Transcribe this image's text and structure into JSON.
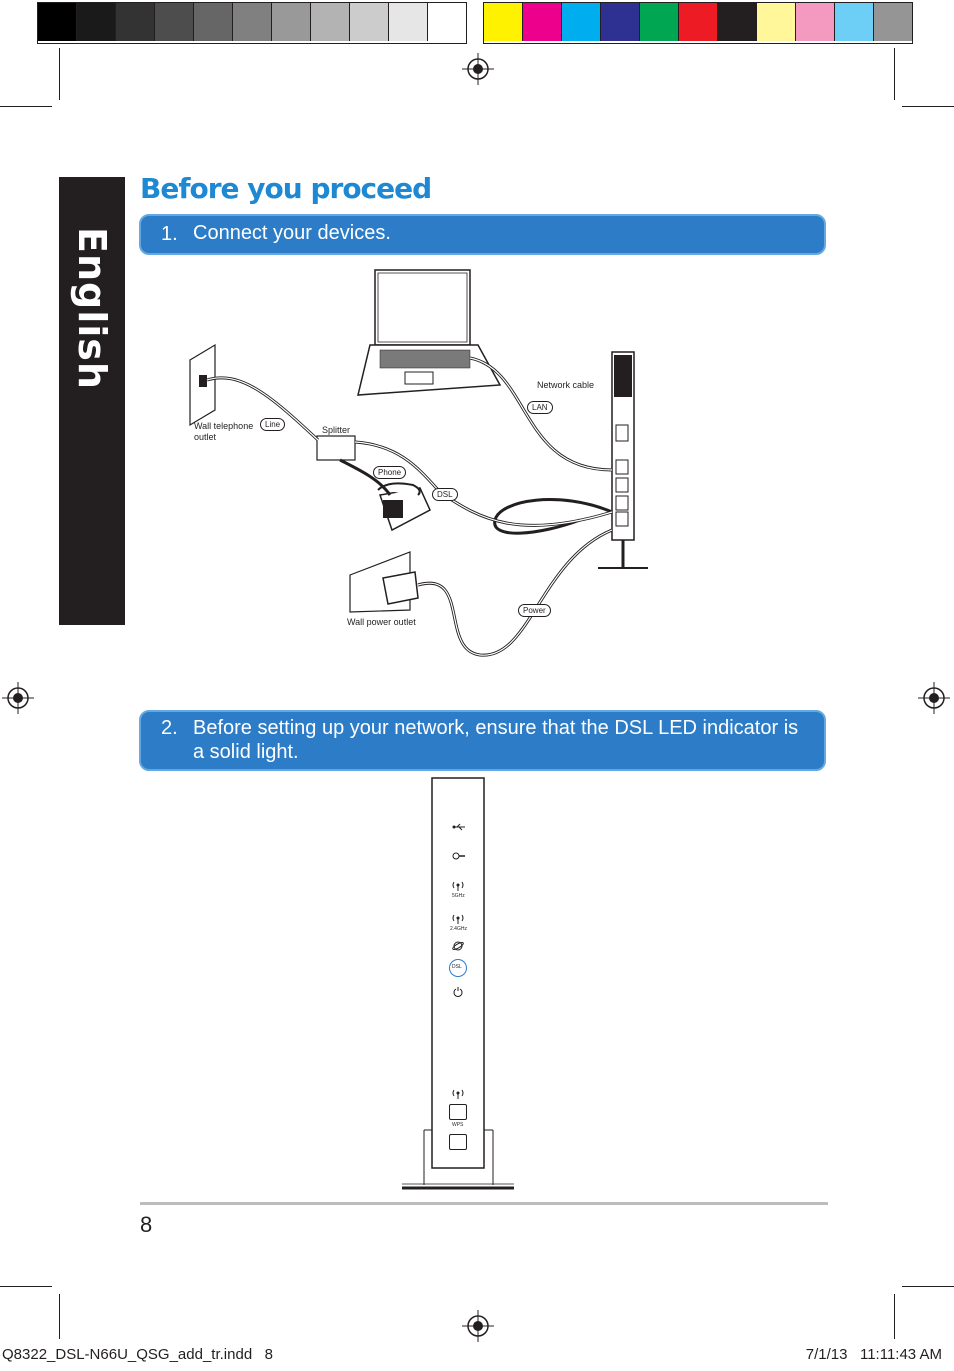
{
  "colors": {
    "accent": "#2c7cc7",
    "title": "#1e88d2",
    "tab": "#231f20",
    "gray_swatches": [
      "#000000",
      "#1a1a1a",
      "#333333",
      "#4d4d4d",
      "#666666",
      "#808080",
      "#999999",
      "#b3b3b3",
      "#cccccc",
      "#e6e6e6",
      "#ffffff"
    ],
    "color_swatches": [
      "#fff200",
      "#ec008c",
      "#00aeef",
      "#2e3192",
      "#00a651",
      "#ed1c24",
      "#231f20",
      "#fff799",
      "#f49ac1",
      "#6dcff6",
      "#959595"
    ]
  },
  "side_tab": {
    "label": "English"
  },
  "heading": {
    "title": "Before you proceed"
  },
  "step1": {
    "number": "1.",
    "text": "Connect your devices."
  },
  "step2": {
    "number": "2.",
    "text": "Before setting up your network, ensure that the DSL LED indicator is a solid light."
  },
  "diagram": {
    "wall_telephone_outlet": "Wall telephone outlet",
    "line": "Line",
    "splitter": "Splitter",
    "phone": "Phone",
    "dsl": "DSL",
    "network_cable": "Network cable",
    "lan": "LAN",
    "power": "Power",
    "wall_power_outlet": "Wall power outlet"
  },
  "router_front": {
    "icons": [
      "usb-icon",
      "wan-icon",
      "wifi-5ghz-icon",
      "wifi-24ghz-icon",
      "internet-icon",
      "dsl-led-icon",
      "power-icon",
      "wps-icon"
    ],
    "label_5ghz": "5GHz",
    "label_24ghz": "2.4GHz",
    "label_dsl": "DSL",
    "label_wps": "WPS"
  },
  "footer": {
    "page_number": "8",
    "file_slug": "Q8322_DSL-N66U_QSG_add_tr.indd   8",
    "timestamp": "7/1/13   11:11:43 AM"
  }
}
